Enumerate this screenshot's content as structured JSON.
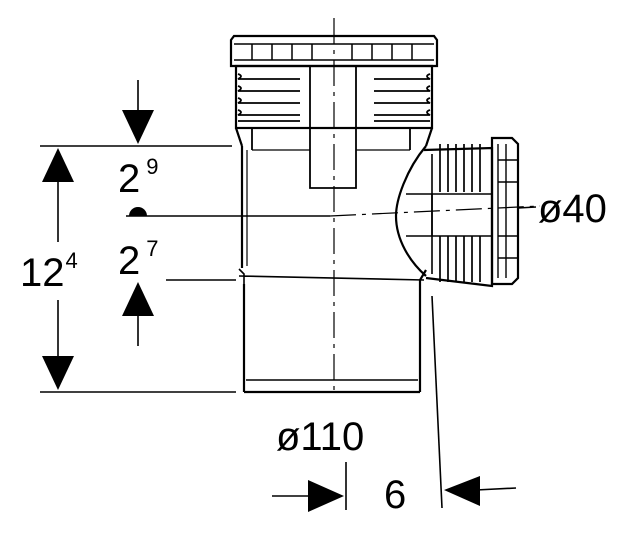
{
  "dimensions": {
    "total_height": {
      "main": "12",
      "sup": "4"
    },
    "upper_offset": {
      "main": "2",
      "sup": "9"
    },
    "lower_offset": {
      "main": "2",
      "sup": "7"
    },
    "main_diameter": "ø110",
    "branch_diameter": "ø40",
    "branch_offset": "6"
  },
  "colors": {
    "line": "#000000",
    "background": "#ffffff"
  }
}
